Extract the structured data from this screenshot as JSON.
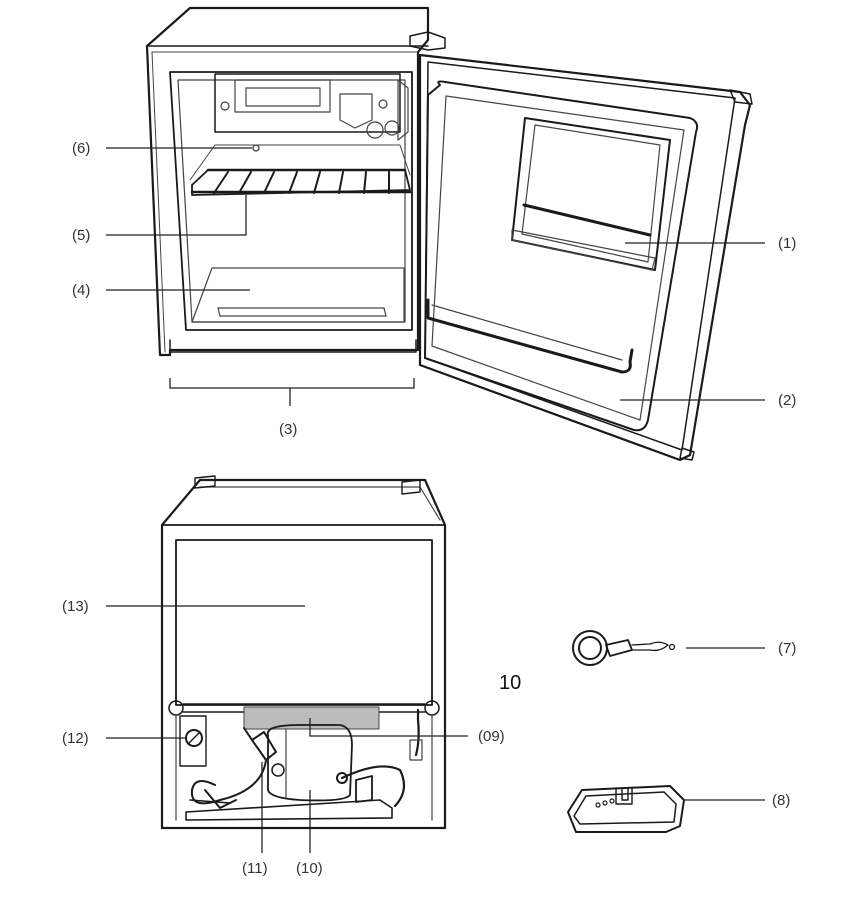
{
  "page_number": "10",
  "callouts": {
    "c1": "(1)",
    "c2": "(2)",
    "c3": "(3)",
    "c4": "(4)",
    "c5": "(5)",
    "c6": "(6)",
    "c7": "(7)",
    "c8": "(8)",
    "c9": "(09)",
    "c10": "(10)",
    "c11": "(11)",
    "c12": "(12)",
    "c13": "(13)"
  }
}
